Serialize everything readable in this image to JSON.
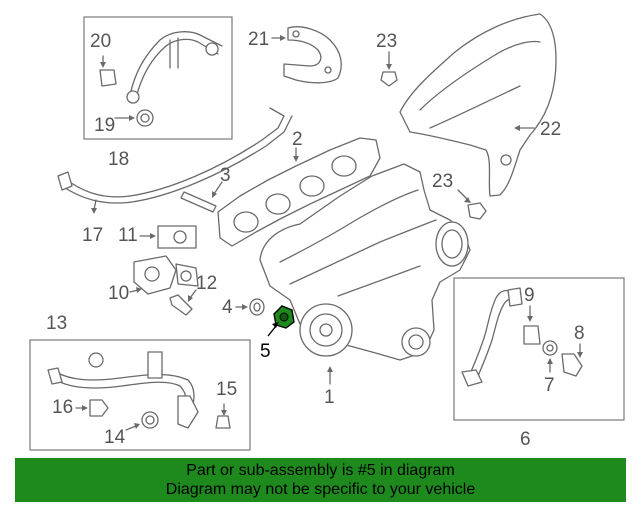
{
  "callouts": {
    "c1": "1",
    "c2": "2",
    "c3": "3",
    "c4": "4",
    "c5": "5",
    "c6": "6",
    "c7": "7",
    "c8": "8",
    "c9": "9",
    "c10": "10",
    "c11": "11",
    "c12": "12",
    "c13": "13",
    "c14": "14",
    "c15": "15",
    "c16": "16",
    "c17": "17",
    "c18": "18",
    "c19": "19",
    "c20": "20",
    "c21": "21",
    "c22": "22",
    "c23a": "23",
    "c23b": "23"
  },
  "highlight": {
    "part": "5",
    "color": "#1e8a1e"
  },
  "banner": {
    "line1": "Part or sub-assembly is #5 in diagram",
    "line2": "Diagram may not be specific to your vehicle",
    "color": "#1e8a1e"
  }
}
